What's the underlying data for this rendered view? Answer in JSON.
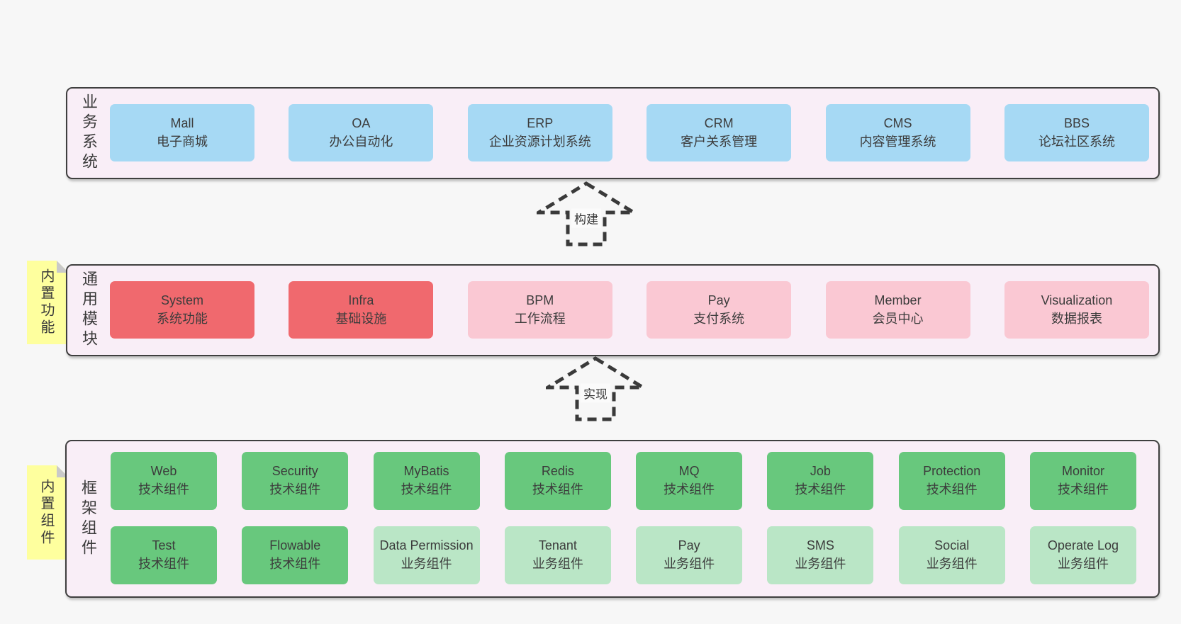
{
  "colors": {
    "blue": "#A6D9F4",
    "red": "#F0696E",
    "pink": "#FAC8D3",
    "green": "#68C87D",
    "green_light": "#BAE6C6",
    "sticky_yellow": "#FEFF9E",
    "layer_background": "#F9EEF7",
    "border": "#3F3F3F",
    "page_background": "#F7F7F7",
    "text": "#3C3C3C"
  },
  "arrows": [
    {
      "label": "构建"
    },
    {
      "label": "实现"
    }
  ],
  "sections": [
    {
      "label": "业务系统",
      "boxes": [
        {
          "name": "Mall",
          "desc": "电子商城",
          "type": "blue"
        },
        {
          "name": "OA",
          "desc": "办公自动化",
          "type": "blue"
        },
        {
          "name": "ERP",
          "desc": "企业资源计划系统",
          "type": "blue"
        },
        {
          "name": "CRM",
          "desc": "客户关系管理",
          "type": "blue"
        },
        {
          "name": "CMS",
          "desc": "内容管理系统",
          "type": "blue"
        },
        {
          "name": "BBS",
          "desc": "论坛社区系统",
          "type": "blue"
        }
      ]
    },
    {
      "label": "通用模块",
      "sticky": "内置功能",
      "boxes": [
        {
          "name": "System",
          "desc": "系统功能",
          "type": "red"
        },
        {
          "name": "Infra",
          "desc": "基础设施",
          "type": "red"
        },
        {
          "name": "BPM",
          "desc": "工作流程",
          "type": "pink"
        },
        {
          "name": "Pay",
          "desc": "支付系统",
          "type": "pink"
        },
        {
          "name": "Member",
          "desc": "会员中心",
          "type": "pink"
        },
        {
          "name": "Visualization",
          "desc": "数据报表",
          "type": "pink"
        }
      ]
    },
    {
      "label": "框架组件",
      "sticky": "内置组件",
      "rows": [
        [
          {
            "name": "Web",
            "desc": "技术组件",
            "type": "green"
          },
          {
            "name": "Security",
            "desc": "技术组件",
            "type": "green"
          },
          {
            "name": "MyBatis",
            "desc": "技术组件",
            "type": "green"
          },
          {
            "name": "Redis",
            "desc": "技术组件",
            "type": "green"
          },
          {
            "name": "MQ",
            "desc": "技术组件",
            "type": "green"
          },
          {
            "name": "Job",
            "desc": "技术组件",
            "type": "green"
          },
          {
            "name": "Protection",
            "desc": "技术组件",
            "type": "green"
          },
          {
            "name": "Monitor",
            "desc": "技术组件",
            "type": "green"
          }
        ],
        [
          {
            "name": "Test",
            "desc": "技术组件",
            "type": "green"
          },
          {
            "name": "Flowable",
            "desc": "技术组件",
            "type": "green"
          },
          {
            "name": "Data Permission",
            "desc": "业务组件",
            "type": "green_light"
          },
          {
            "name": "Tenant",
            "desc": "业务组件",
            "type": "green_light"
          },
          {
            "name": "Pay",
            "desc": "业务组件",
            "type": "green_light"
          },
          {
            "name": "SMS",
            "desc": "业务组件",
            "type": "green_light"
          },
          {
            "name": "Social",
            "desc": "业务组件",
            "type": "green_light"
          },
          {
            "name": "Operate Log",
            "desc": "业务组件",
            "type": "green_light"
          }
        ]
      ]
    }
  ]
}
